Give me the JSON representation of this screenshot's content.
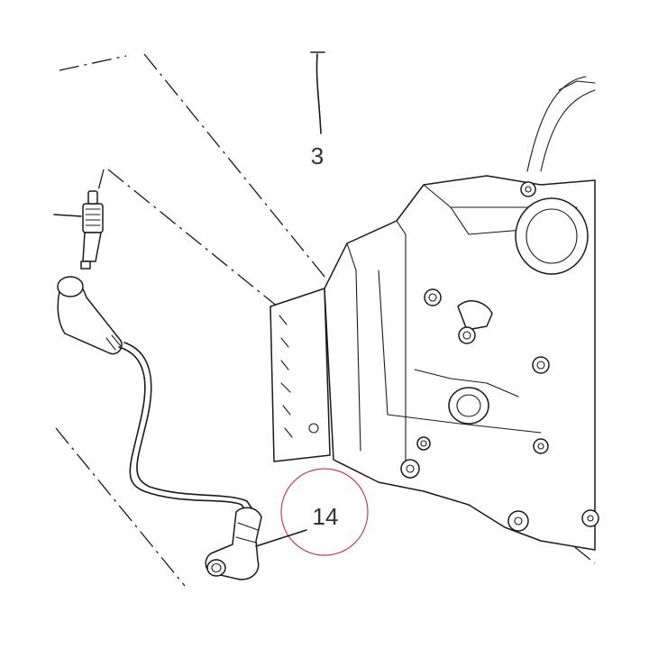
{
  "callouts": [
    {
      "id": "3",
      "label": "3"
    },
    {
      "id": "14",
      "label": "14"
    }
  ],
  "colors": {
    "line": "#1a1a1a",
    "callout_text": "#333333",
    "highlight_circle": "#c0405a",
    "background": "#ffffff"
  },
  "icons": [
    "spark-plug-icon",
    "ignition-lead-icon",
    "engine-block-icon",
    "bolt-icon"
  ]
}
